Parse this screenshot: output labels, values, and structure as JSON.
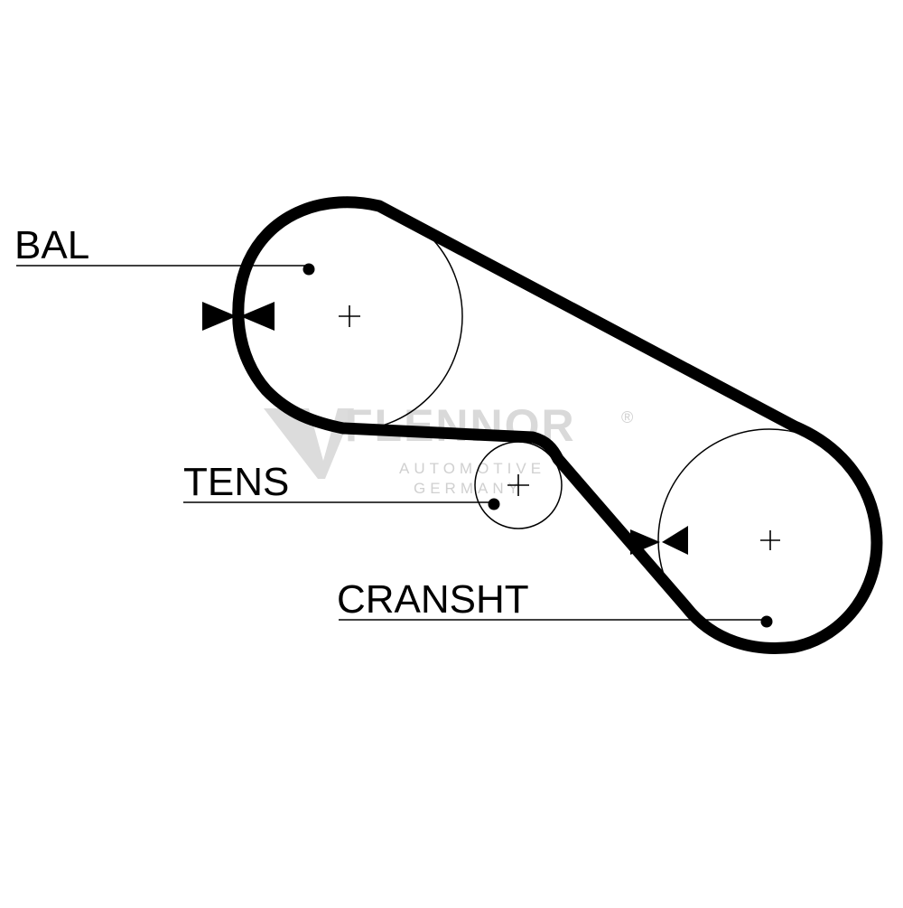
{
  "diagram": {
    "labels": {
      "bal": "BAL",
      "tens": "TENS",
      "cransht": "CRANSHT"
    },
    "watermark": {
      "brand": "FLENNOR",
      "registered": "®",
      "line1": "AUTOMOTIVE",
      "line2": "GERMANY"
    },
    "colors": {
      "belt": "#000000",
      "outline": "#000000",
      "watermark": "#d9d9d9",
      "background": "#ffffff"
    }
  }
}
